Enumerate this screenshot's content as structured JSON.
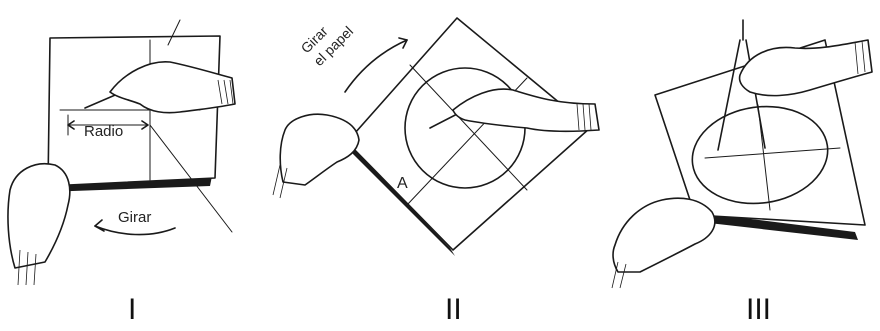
{
  "panels": [
    {
      "numeral": "I",
      "labels": {
        "radius": "Radio",
        "rotate": "Girar"
      }
    },
    {
      "numeral": "II",
      "labels": {
        "rotate_line1": "Girar",
        "rotate_line2": "el papel",
        "point": "A"
      }
    },
    {
      "numeral": "III",
      "labels": {}
    }
  ]
}
